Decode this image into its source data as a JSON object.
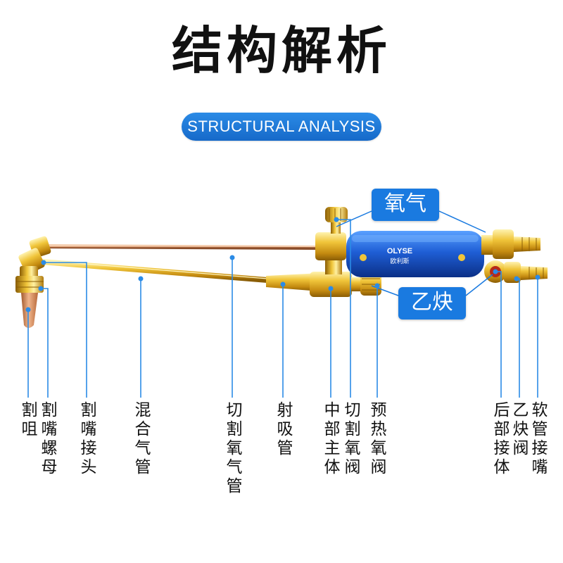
{
  "header": {
    "title": "结构解析",
    "subtitle": "STRUCTURAL ANALYSIS"
  },
  "callouts": {
    "oxygen": "氧气",
    "acetylene": "乙炔"
  },
  "brand": {
    "handle_text": "OLYSE",
    "handle_text_cn": "欧利斯"
  },
  "parts": [
    {
      "id": "cutting-tip",
      "label": "割咀"
    },
    {
      "id": "tip-nut",
      "label": "割嘴螺母"
    },
    {
      "id": "tip-joint",
      "label": "割嘴接头"
    },
    {
      "id": "mixing-tube",
      "label": "混合气管"
    },
    {
      "id": "cutting-oxygen-tube",
      "label": "切割氧气管"
    },
    {
      "id": "injector-tube",
      "label": "射吸管"
    },
    {
      "id": "middle-body",
      "label": "中部主体"
    },
    {
      "id": "cutting-oxygen-valve",
      "label": "切割氧阀"
    },
    {
      "id": "preheat-oxygen-valve",
      "label": "预热氧阀"
    },
    {
      "id": "rear-body",
      "label": "后部接体"
    },
    {
      "id": "acetylene-valve",
      "label": "乙炔阀"
    },
    {
      "id": "hose-nipple",
      "label": "软管接嘴"
    }
  ],
  "colors": {
    "accent_blue": "#1a7ae0",
    "brass": "#d9a51c",
    "copper": "#c98a5a",
    "leader_line": "#2b8be6"
  }
}
